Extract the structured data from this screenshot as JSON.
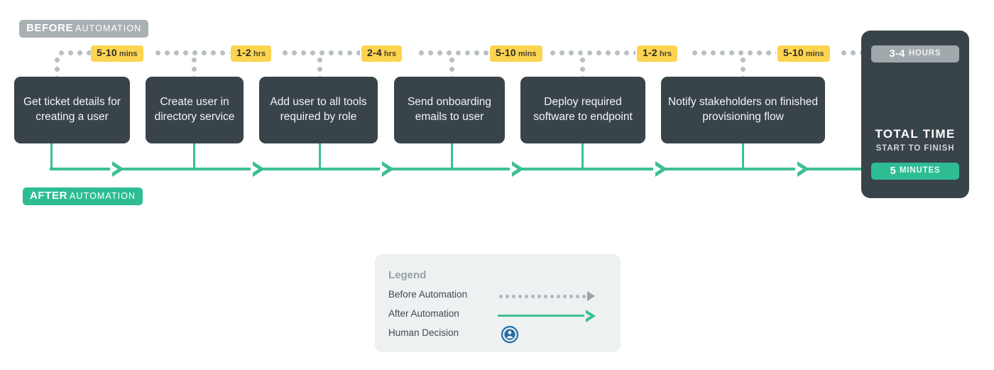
{
  "diagram": {
    "title_before": {
      "strong": "BEFORE",
      "light": "AUTOMATION"
    },
    "title_after": {
      "strong": "AFTER",
      "light": "AUTOMATION"
    },
    "steps": [
      {
        "label": "Get ticket details for creating a user",
        "time": {
          "value": "5-10",
          "unit": "mins"
        }
      },
      {
        "label": "Create user in directory service",
        "time": {
          "value": "1-2",
          "unit": "hrs"
        }
      },
      {
        "label": "Add user to all tools required by role",
        "time": {
          "value": "2-4",
          "unit": "hrs"
        }
      },
      {
        "label": "Send onboarding emails to user",
        "time": {
          "value": "5-10",
          "unit": "mins"
        }
      },
      {
        "label": "Deploy required software to endpoint",
        "time": {
          "value": "1-2",
          "unit": "hrs"
        }
      },
      {
        "label": "Notify stakeholders on finished provisioning flow",
        "time": {
          "value": "5-10",
          "unit": "mins"
        }
      }
    ],
    "total": {
      "title": "TOTAL TIME",
      "subtitle": "START TO FINISH",
      "before": {
        "value": "3-4",
        "unit": "HOURS"
      },
      "after": {
        "value": "5",
        "unit": "MINUTES"
      }
    },
    "legend": {
      "title": "Legend",
      "items": [
        {
          "label": "Before Automation",
          "icon": "dotted-arrow-icon"
        },
        {
          "label": "After Automation",
          "icon": "solid-arrow-icon"
        },
        {
          "label": "Human Decision",
          "icon": "human-decision-icon"
        }
      ]
    },
    "colors": {
      "box": "#39444a",
      "before_accent": "#a9b0b4",
      "after_accent": "#2ebd93",
      "time_badge": "#fcd44f",
      "line_green": "#3dbe95",
      "legend_bg": "#edf1f2",
      "human_icon": "#1c6fa8"
    }
  }
}
